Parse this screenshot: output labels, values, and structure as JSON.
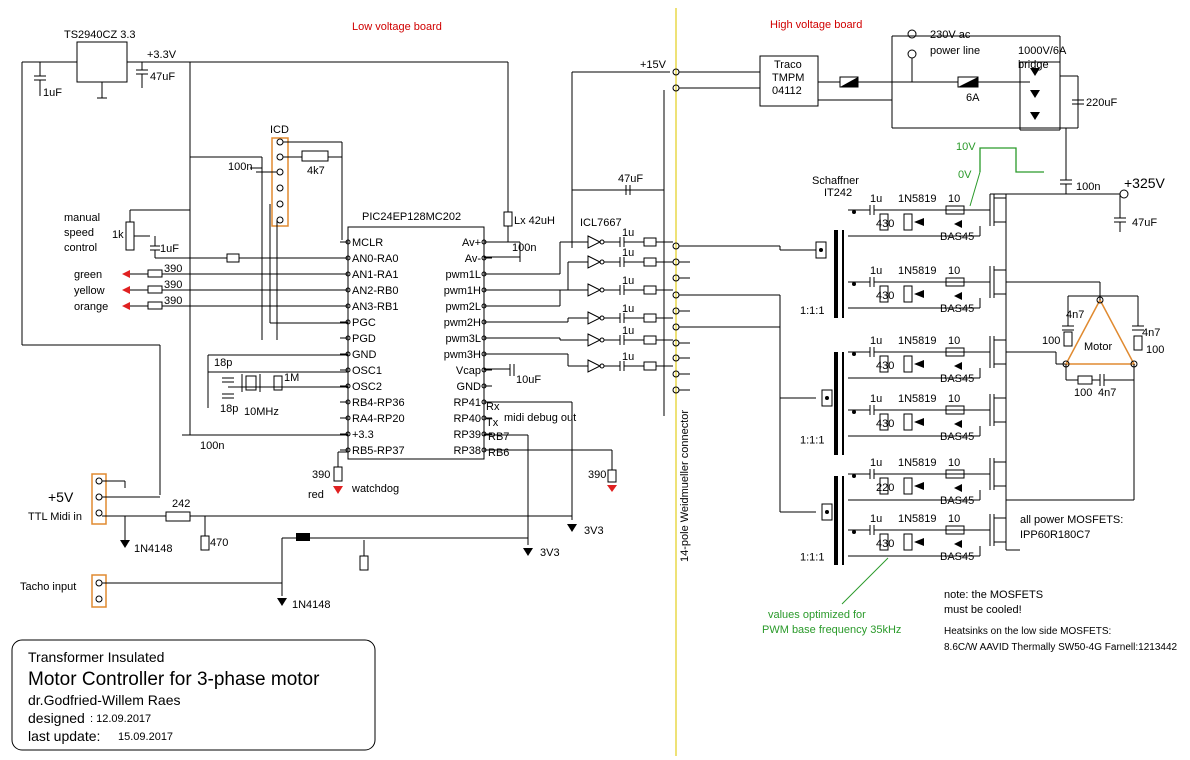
{
  "sections": {
    "low_voltage": "Low voltage board",
    "high_voltage": "High voltage board"
  },
  "parts": {
    "regulator": "TS2940CZ 3.3",
    "rail_33": "+3.3V",
    "rail_15": "+15V",
    "rail_325": "+325V",
    "rail_5": "+5V",
    "cap_1uF": "1uF",
    "cap_47uF": "47uF",
    "cap_100n": "100n",
    "cap_18p": "18p",
    "cap_10uF": "10uF",
    "cap_220uF": "220uF",
    "cap_4n7": "4n7",
    "cap_1u": "1u",
    "icd": "ICD",
    "r_4k7": "4k7",
    "r_1k": "1k",
    "r_390": "390",
    "r_1M": "1M",
    "r_242": "242",
    "r_470": "470",
    "r_10": "10",
    "r_430": "430",
    "r_220": "220",
    "r_100": "100",
    "xtal": "10MHz",
    "inductor": "Lx 42uH",
    "driver": "ICL7667",
    "mcu": "PIC24EP128MC202",
    "traco": [
      "Traco",
      "TMPM",
      "04112"
    ],
    "mains": [
      "230V ac",
      "power line"
    ],
    "bridge": [
      "1000V/6A",
      "bridge"
    ],
    "fuse": "6A",
    "level_high": "10V",
    "level_low": "0V",
    "transformer": [
      "Schaffner",
      "IT242"
    ],
    "ratio": "1:1:1",
    "schottky": "1N5819",
    "bas": "BAS45",
    "motor": "Motor",
    "connector": "14-pole Weidmueller connector",
    "manual_speed": [
      "manual",
      "speed",
      "control"
    ],
    "green": "green",
    "yellow": "yellow",
    "orange": "orange",
    "red": "red",
    "watchdog": "watchdog",
    "ttl_midi": "TTL Midi in",
    "diode_4148": "1N4148",
    "zener": "3V3",
    "tacho": "Tacho input",
    "midi_debug": "midi debug out",
    "rx": "Rx",
    "tx": "Tx"
  },
  "mcu_left_pins": [
    "MCLR",
    "AN0-RA0",
    "AN1-RA1",
    "AN2-RB0",
    "AN3-RB1",
    "PGC",
    "PGD",
    "GND",
    "OSC1",
    "OSC2",
    "RB4-RP36",
    "RA4-RP20",
    "+3.3",
    "RB5-RP37"
  ],
  "mcu_right_pins": [
    "Av+",
    "Av-",
    "pwm1L",
    "pwm1H",
    "pwm2L",
    "pwm2H",
    "pwm3L",
    "pwm3H",
    "Vcap",
    "GND",
    "RP41",
    "RP40",
    "RP39",
    "RP38"
  ],
  "mcu_right_extras": [
    "",
    "",
    "",
    "",
    "",
    "",
    "",
    "",
    "",
    "",
    "",
    "",
    "RB7",
    "RB6"
  ],
  "notes": {
    "mosfets": [
      "all power MOSFETS:",
      "IPP60R180C7"
    ],
    "cooling": [
      "note: the MOSFETS",
      "must be  cooled!"
    ],
    "heatsinks": [
      "Heatsinks on the low side MOSFETS:",
      "8.6C/W AAVID Thermally SW50-4G Farnell:1213442"
    ],
    "optimized": [
      "values optimized for",
      "PWM base frequency 35kHz"
    ]
  },
  "title_block": {
    "line1": "Transformer Insulated",
    "line2": "Motor Controller for 3-phase motor",
    "author": "dr.Godfried-Willem Raes",
    "designed_label": "designed",
    "designed": ": 12.09.2017",
    "updated_label": "last update:",
    "updated": "15.09.2017"
  },
  "colors": {
    "label_red": "#d00000",
    "label_green": "#2a9a2a",
    "led_red": "#e02020",
    "divider": "#e8d84a",
    "icd_box": "#e08a30",
    "motor_tri": "#e08a30"
  }
}
